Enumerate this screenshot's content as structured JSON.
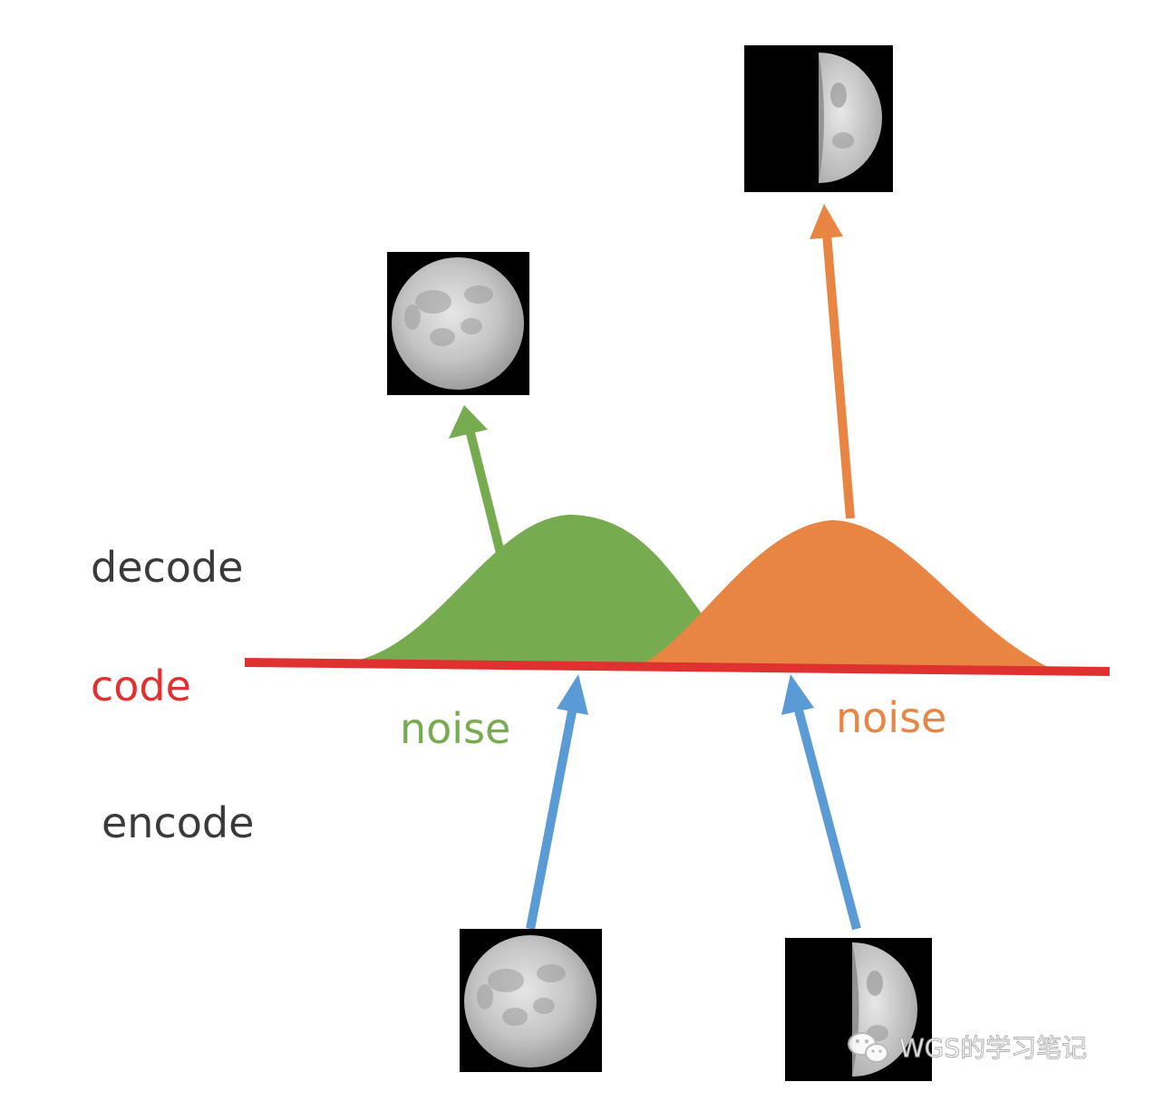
{
  "labels": {
    "decode": "decode",
    "code": "code",
    "encode": "encode",
    "noise_left": "noise",
    "noise_right": "noise"
  },
  "watermark": {
    "text": "WGS的学习笔记",
    "icon": "wechat-icon"
  },
  "images": {
    "input_full_moon": "full-moon",
    "input_half_moon": "half-moon",
    "output_full_moon": "full-moon",
    "output_half_moon": "half-moon"
  },
  "colors": {
    "code_line": "#e03131",
    "label_dark": "#3a3a3a",
    "green_dist": "#77ab4f",
    "orange_dist": "#e98543",
    "encode_arrow": "#5b9bd5",
    "moon_frame": "#000000",
    "moon_light": "#cfcfcf",
    "moon_dark": "#8f8f8f"
  }
}
